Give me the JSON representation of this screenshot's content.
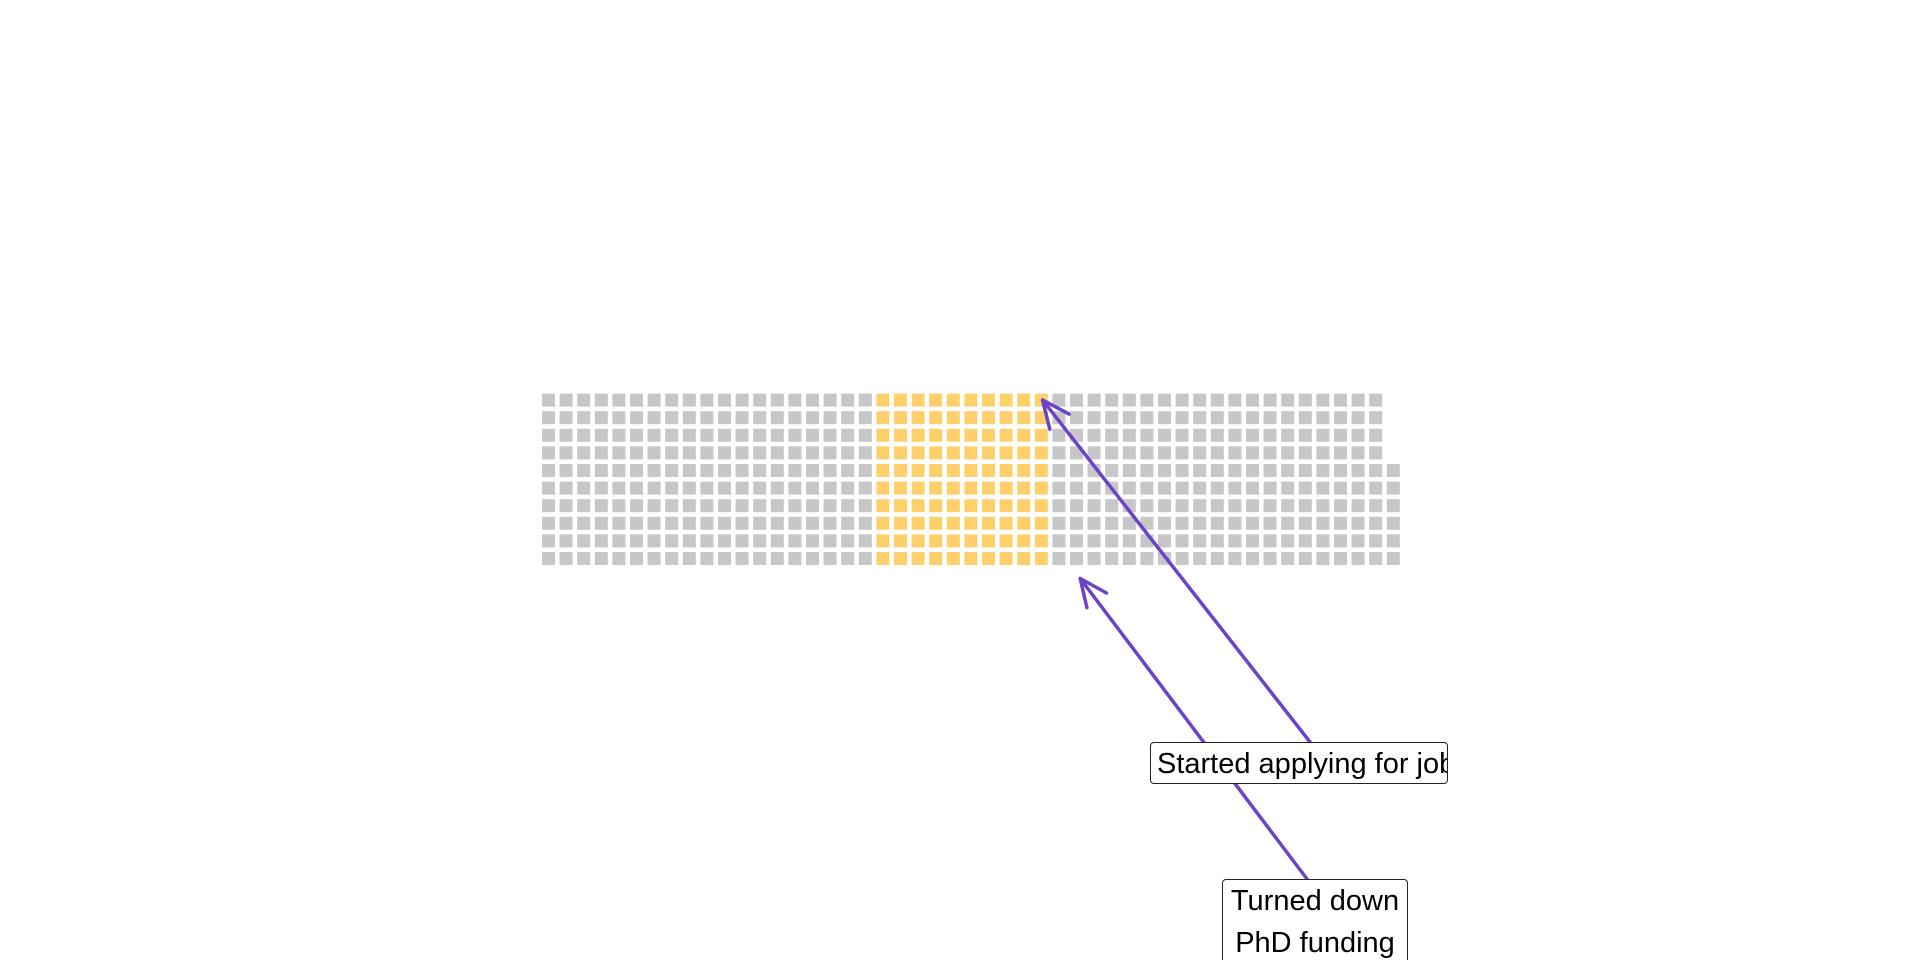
{
  "chart_data": {
    "type": "waffle",
    "rows": 10,
    "total_cells": 486,
    "cells": [
      {
        "category": "other",
        "count": 190,
        "color": "#c8c6c8"
      },
      {
        "category": "highlighted",
        "count": 100,
        "color": "#ffcf6b"
      },
      {
        "category": "other",
        "count": 196,
        "color": "#c8c6c8"
      }
    ],
    "annotations": [
      {
        "lines": [
          "Started applying for job"
        ],
        "target_cell": 289,
        "color": "#6a43c9"
      },
      {
        "lines": [
          "Turned down",
          "PhD funding"
        ],
        "target_cell": 290,
        "color": "#6a43c9"
      }
    ]
  }
}
